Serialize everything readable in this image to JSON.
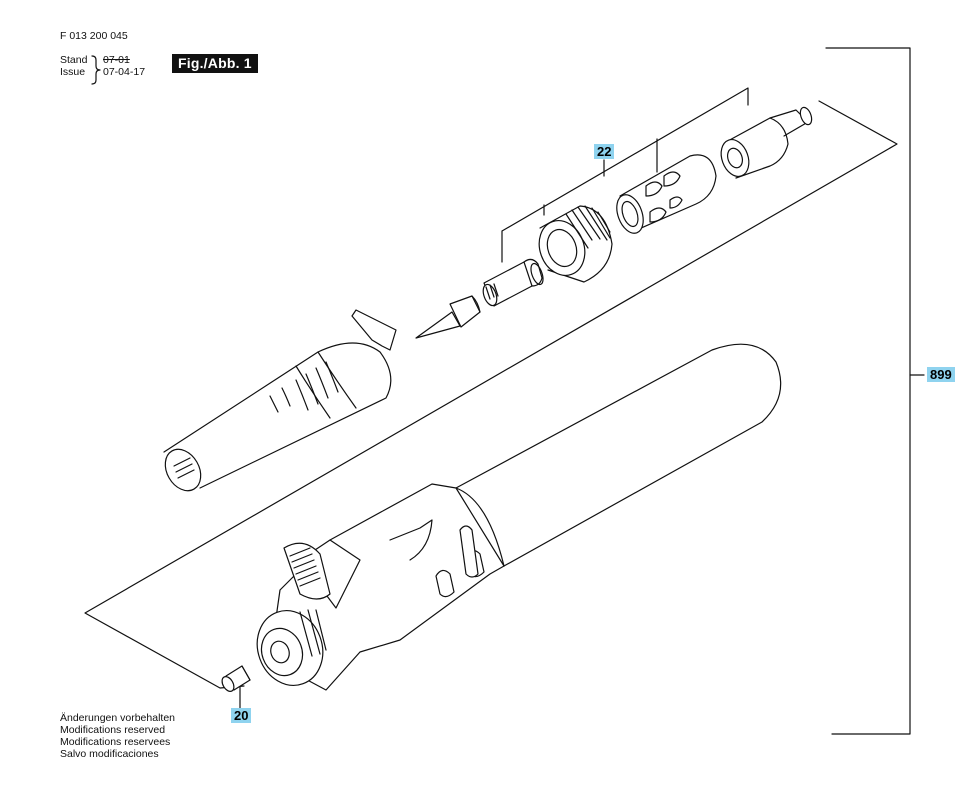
{
  "header": {
    "part_number": "F 013 200 045",
    "stand_label": "Stand",
    "issue_label": "Issue",
    "old_date": "07-01",
    "issue_date": "07-04-17",
    "figure_label": "Fig./Abb. 1"
  },
  "callouts": {
    "c22": "22",
    "c899": "899",
    "c20": "20"
  },
  "notes": [
    "Änderungen vorbehalten",
    "Modifications reserved",
    "Modifications reservees",
    "Salvo modificaciones"
  ],
  "colors": {
    "callout_bg": "#8fd3ef",
    "line": "#111111"
  }
}
